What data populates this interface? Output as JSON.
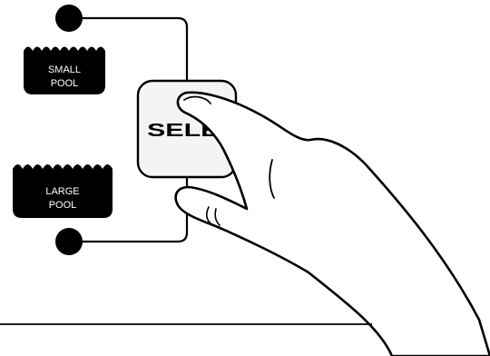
{
  "indicators": {
    "small_pool": {
      "line1": "SMALL",
      "line2": "POOL",
      "led_state": "on"
    },
    "large_pool": {
      "line1": "LARGE",
      "line2": "POOL",
      "led_state": "on"
    }
  },
  "select_button": {
    "label": "SELECT"
  },
  "colors": {
    "ink": "#000000",
    "background": "#ffffff",
    "button_fill": "#f4f4f4",
    "label_text": "#ffffff"
  },
  "icons": [
    "led-dot-icon",
    "water-wave-icon",
    "pointing-hand-icon"
  ]
}
